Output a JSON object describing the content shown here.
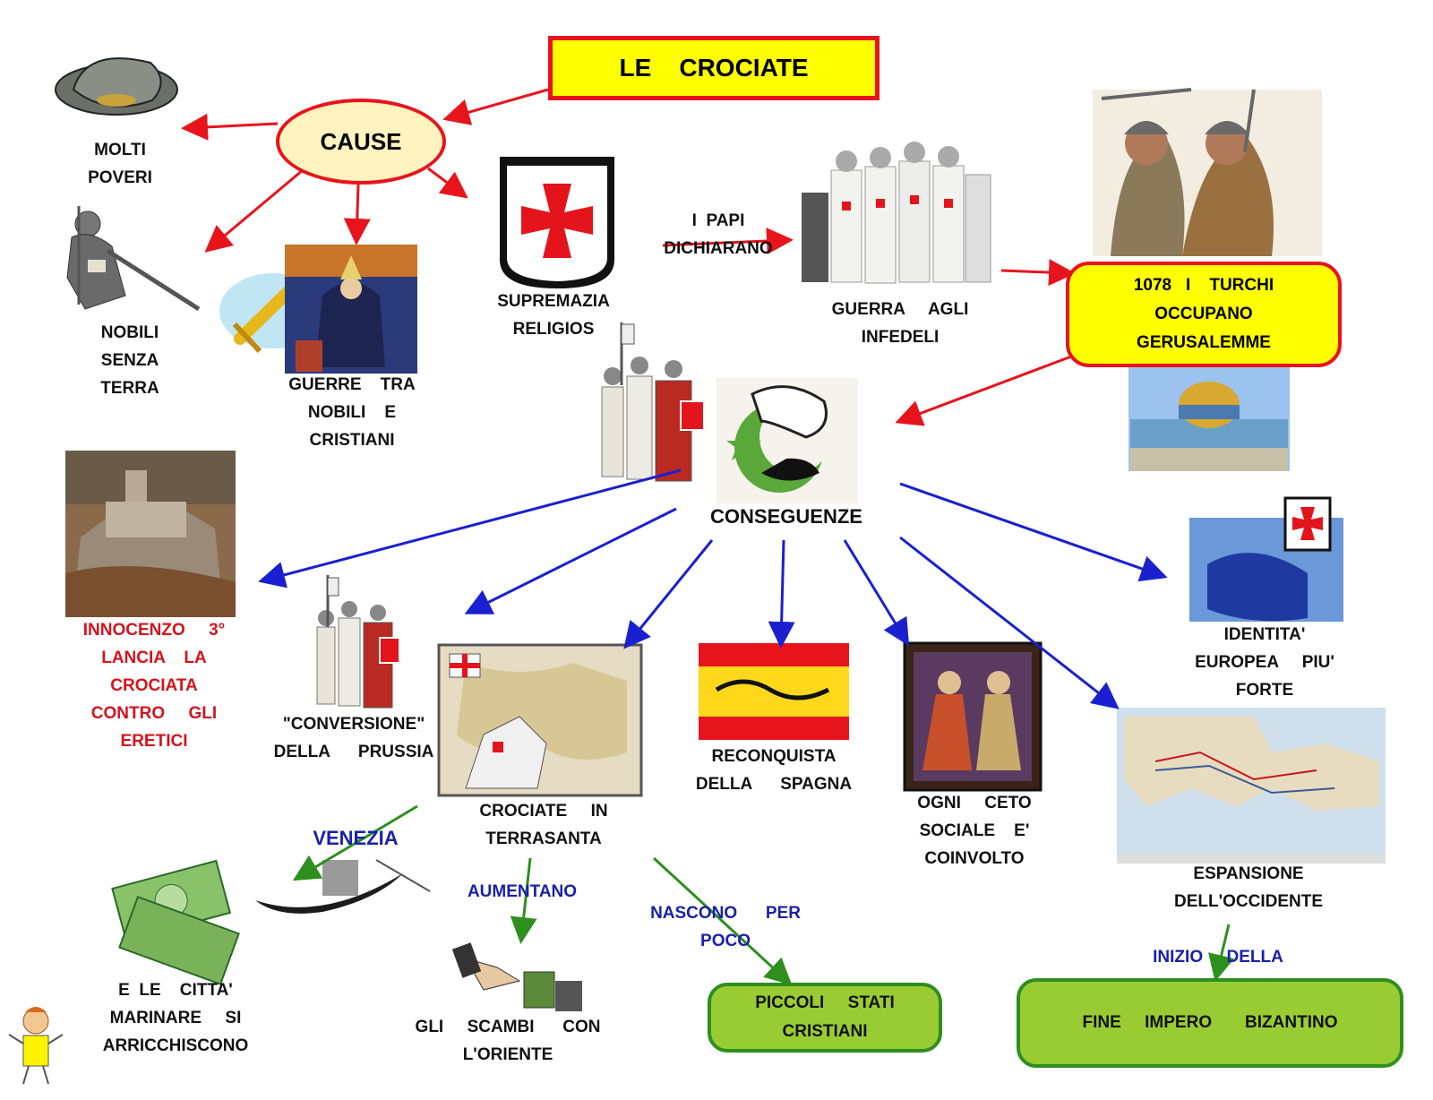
{
  "title": "LE    CROCIATE",
  "cause": "CAUSE",
  "consequences_label": "CONSEGUENZE",
  "causes": {
    "poor": "MOLTI\nPOVERI",
    "landless": "NOBILI\nSENZA\nTERRA",
    "wars": "GUERRE    TRA\nNOBILI    E\nCRISTIANI",
    "supremacy": "SUPREMAZIA\nRELIGIOS"
  },
  "popes_declare": "I  PAPI\nDICHIARANO",
  "war_infidels": "GUERRA     AGLI\nINFEDELI",
  "turks_box": "1078   I    TURCHI\nOCCUPANO\nGERUSALEMME",
  "consequences": {
    "innocent": "INNOCENZO     3°\nLANCIA    LA\nCROCIATA\nCONTRO     GLI\nERETICI",
    "prussia": "\"CONVERSIONE\"\nDELLA      PRUSSIA",
    "holy_land": "CROCIATE     IN\nTERRASANTA",
    "reconquista": "RECONQUISTA\nDELLA      SPAGNA",
    "social": "OGNI     CETO\nSOCIALE    E'\nCOINVOLTO",
    "identity": "IDENTITA'\nEUROPEA     PIU'\nFORTE",
    "expansion": "ESPANSIONE\nDELL'OCCIDENTE"
  },
  "venezia": "VENEZIA",
  "maritime": "E  LE    CITTA'\nMARINARE     SI\nARRICCHISCONO",
  "increase": "AUMENTANO",
  "exchanges": "GLI     SCAMBI      CON\nL'ORIENTE",
  "born": "NASCONO      PER\nPOCO",
  "small_states": "PICCOLI     STATI\nCRISTIANI",
  "start_of": "INIZIO     DELLA",
  "end_empire": "FINE     IMPERO       BIZANTINO",
  "colors": {
    "red_arrow": "#e8141c",
    "blue_arrow": "#1a20d0",
    "green_arrow": "#2e8f1e",
    "title_fill": "#ffff00",
    "green_fill": "#99cc33"
  },
  "icons": [
    "hat-icon",
    "kneeling-knight-icon",
    "sword-icon",
    "pope-icon",
    "templar-shield-icon",
    "crusaders-icon",
    "turkish-warriors-icon",
    "dome-of-the-rock-icon",
    "crescent-icon",
    "castle-icon",
    "map-icon",
    "spain-flag-icon",
    "medieval-figures-icon",
    "eu-flag-icon",
    "mediterranean-map-icon",
    "money-icon",
    "gondola-icon",
    "handshake-icon",
    "mascot-icon"
  ]
}
